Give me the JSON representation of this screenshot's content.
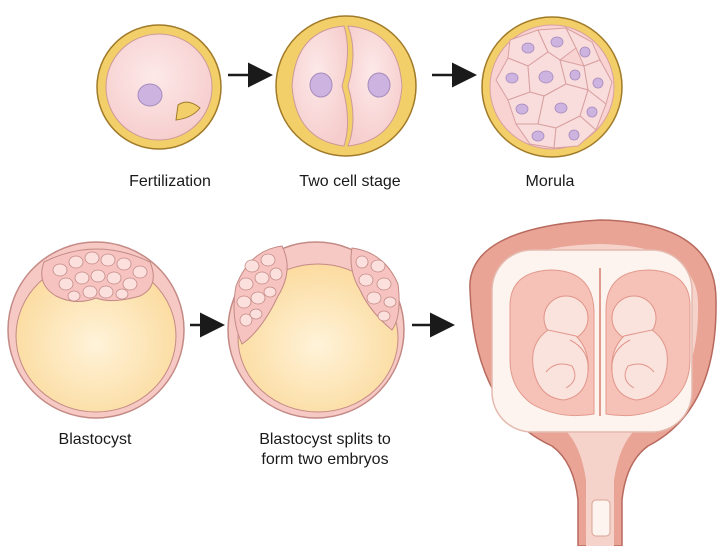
{
  "labels": {
    "fertilization": "Fertilization",
    "two_cell": "Two cell stage",
    "morula": "Morula",
    "blastocyst": "Blastocyst",
    "split_line1": "Blastocyst splits to",
    "split_line2": "form two embryos"
  },
  "colors": {
    "zona": "#f3cf6a",
    "zona_stroke": "#a07a28",
    "cell": "#f9d7d7",
    "cell_stroke": "#d9a0a0",
    "nucleus": "#cdb3df",
    "cavity": "#fde4b4",
    "uterus": "#e9a496",
    "uterus_light": "#f5d3ca",
    "amnion": "#fdf4ef",
    "fetus": "#f2b3aa",
    "arrow": "#1a1a1a"
  }
}
